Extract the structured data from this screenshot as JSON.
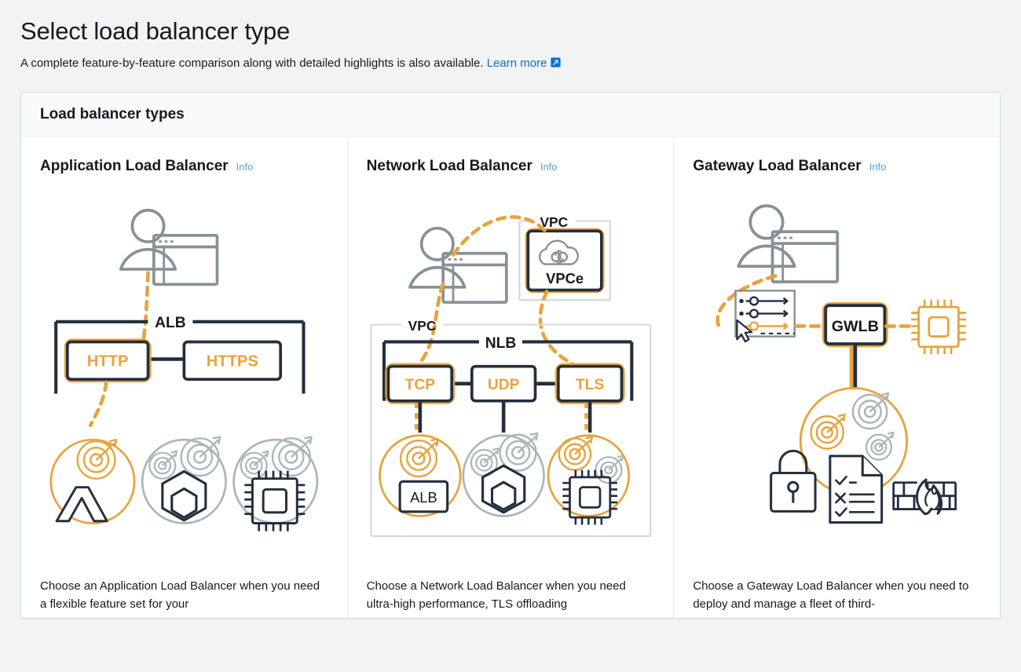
{
  "header": {
    "title": "Select load balancer type",
    "subtitle_text": "A complete feature-by-feature comparison along with detailed highlights is also available.",
    "learn_more_label": "Learn more",
    "external_icon": "external-link-icon"
  },
  "card": {
    "header_title": "Load balancer types"
  },
  "colors": {
    "orange": "#e8a33d",
    "orange_dark": "#d98a14",
    "navy": "#232f3e",
    "gray": "#879196",
    "light_gray": "#aab7b8",
    "link_blue": "#0972d3",
    "info_blue": "#539fe5",
    "page_bg": "#f2f3f3",
    "card_bg": "#ffffff",
    "card_header_bg": "#fafafa",
    "border": "#d5dbdb"
  },
  "columns": [
    {
      "id": "application",
      "title": "Application Load Balancer",
      "info_label": "Info",
      "description": "Choose an Application Load Balancer when you need a flexible feature set for your",
      "diagram": {
        "name": "alb-diagram",
        "lb_label": "ALB",
        "client_icon": "user-browser-icon",
        "listeners": [
          {
            "label": "HTTP",
            "highlighted": true
          },
          {
            "label": "HTTPS",
            "highlighted": false
          }
        ],
        "targets": [
          {
            "icon": "lambda-icon",
            "highlighted": true
          },
          {
            "icon": "container-icon",
            "highlighted": false
          },
          {
            "icon": "ec2-instance-icon",
            "highlighted": false
          }
        ]
      }
    },
    {
      "id": "network",
      "title": "Network Load Balancer",
      "info_label": "Info",
      "description": "Choose a Network Load Balancer when you need ultra-high performance, TLS offloading",
      "diagram": {
        "name": "nlb-diagram",
        "lb_label": "NLB",
        "vpc_label_top": "VPC",
        "vpc_label_bottom": "VPC",
        "vpce_label": "VPCe",
        "vpce_icon": "cloud-endpoint-icon",
        "client_icon": "user-browser-icon",
        "listeners": [
          {
            "label": "TCP",
            "highlighted": true
          },
          {
            "label": "UDP",
            "highlighted": false
          },
          {
            "label": "TLS",
            "highlighted": true
          }
        ],
        "targets": [
          {
            "icon": "alb-box-icon",
            "label": "ALB",
            "highlighted": true
          },
          {
            "icon": "container-icon",
            "label": "",
            "highlighted": false
          },
          {
            "icon": "ec2-instance-icon",
            "label": "",
            "highlighted": true
          }
        ]
      }
    },
    {
      "id": "gateway",
      "title": "Gateway Load Balancer",
      "info_label": "Info",
      "description": "Choose a Gateway Load Balancer when you need to deploy and manage a fleet of third-",
      "diagram": {
        "name": "gwlb-diagram",
        "lb_label": "GWLB",
        "client_icon": "user-browser-icon",
        "route_table_icon": "route-table-icon",
        "cursor_icon": "mouse-cursor-icon",
        "instance_icon": "ec2-instance-icon",
        "appliances": [
          {
            "icon": "lock-icon"
          },
          {
            "icon": "checklist-document-icon"
          },
          {
            "icon": "firewall-icon"
          }
        ]
      }
    }
  ]
}
